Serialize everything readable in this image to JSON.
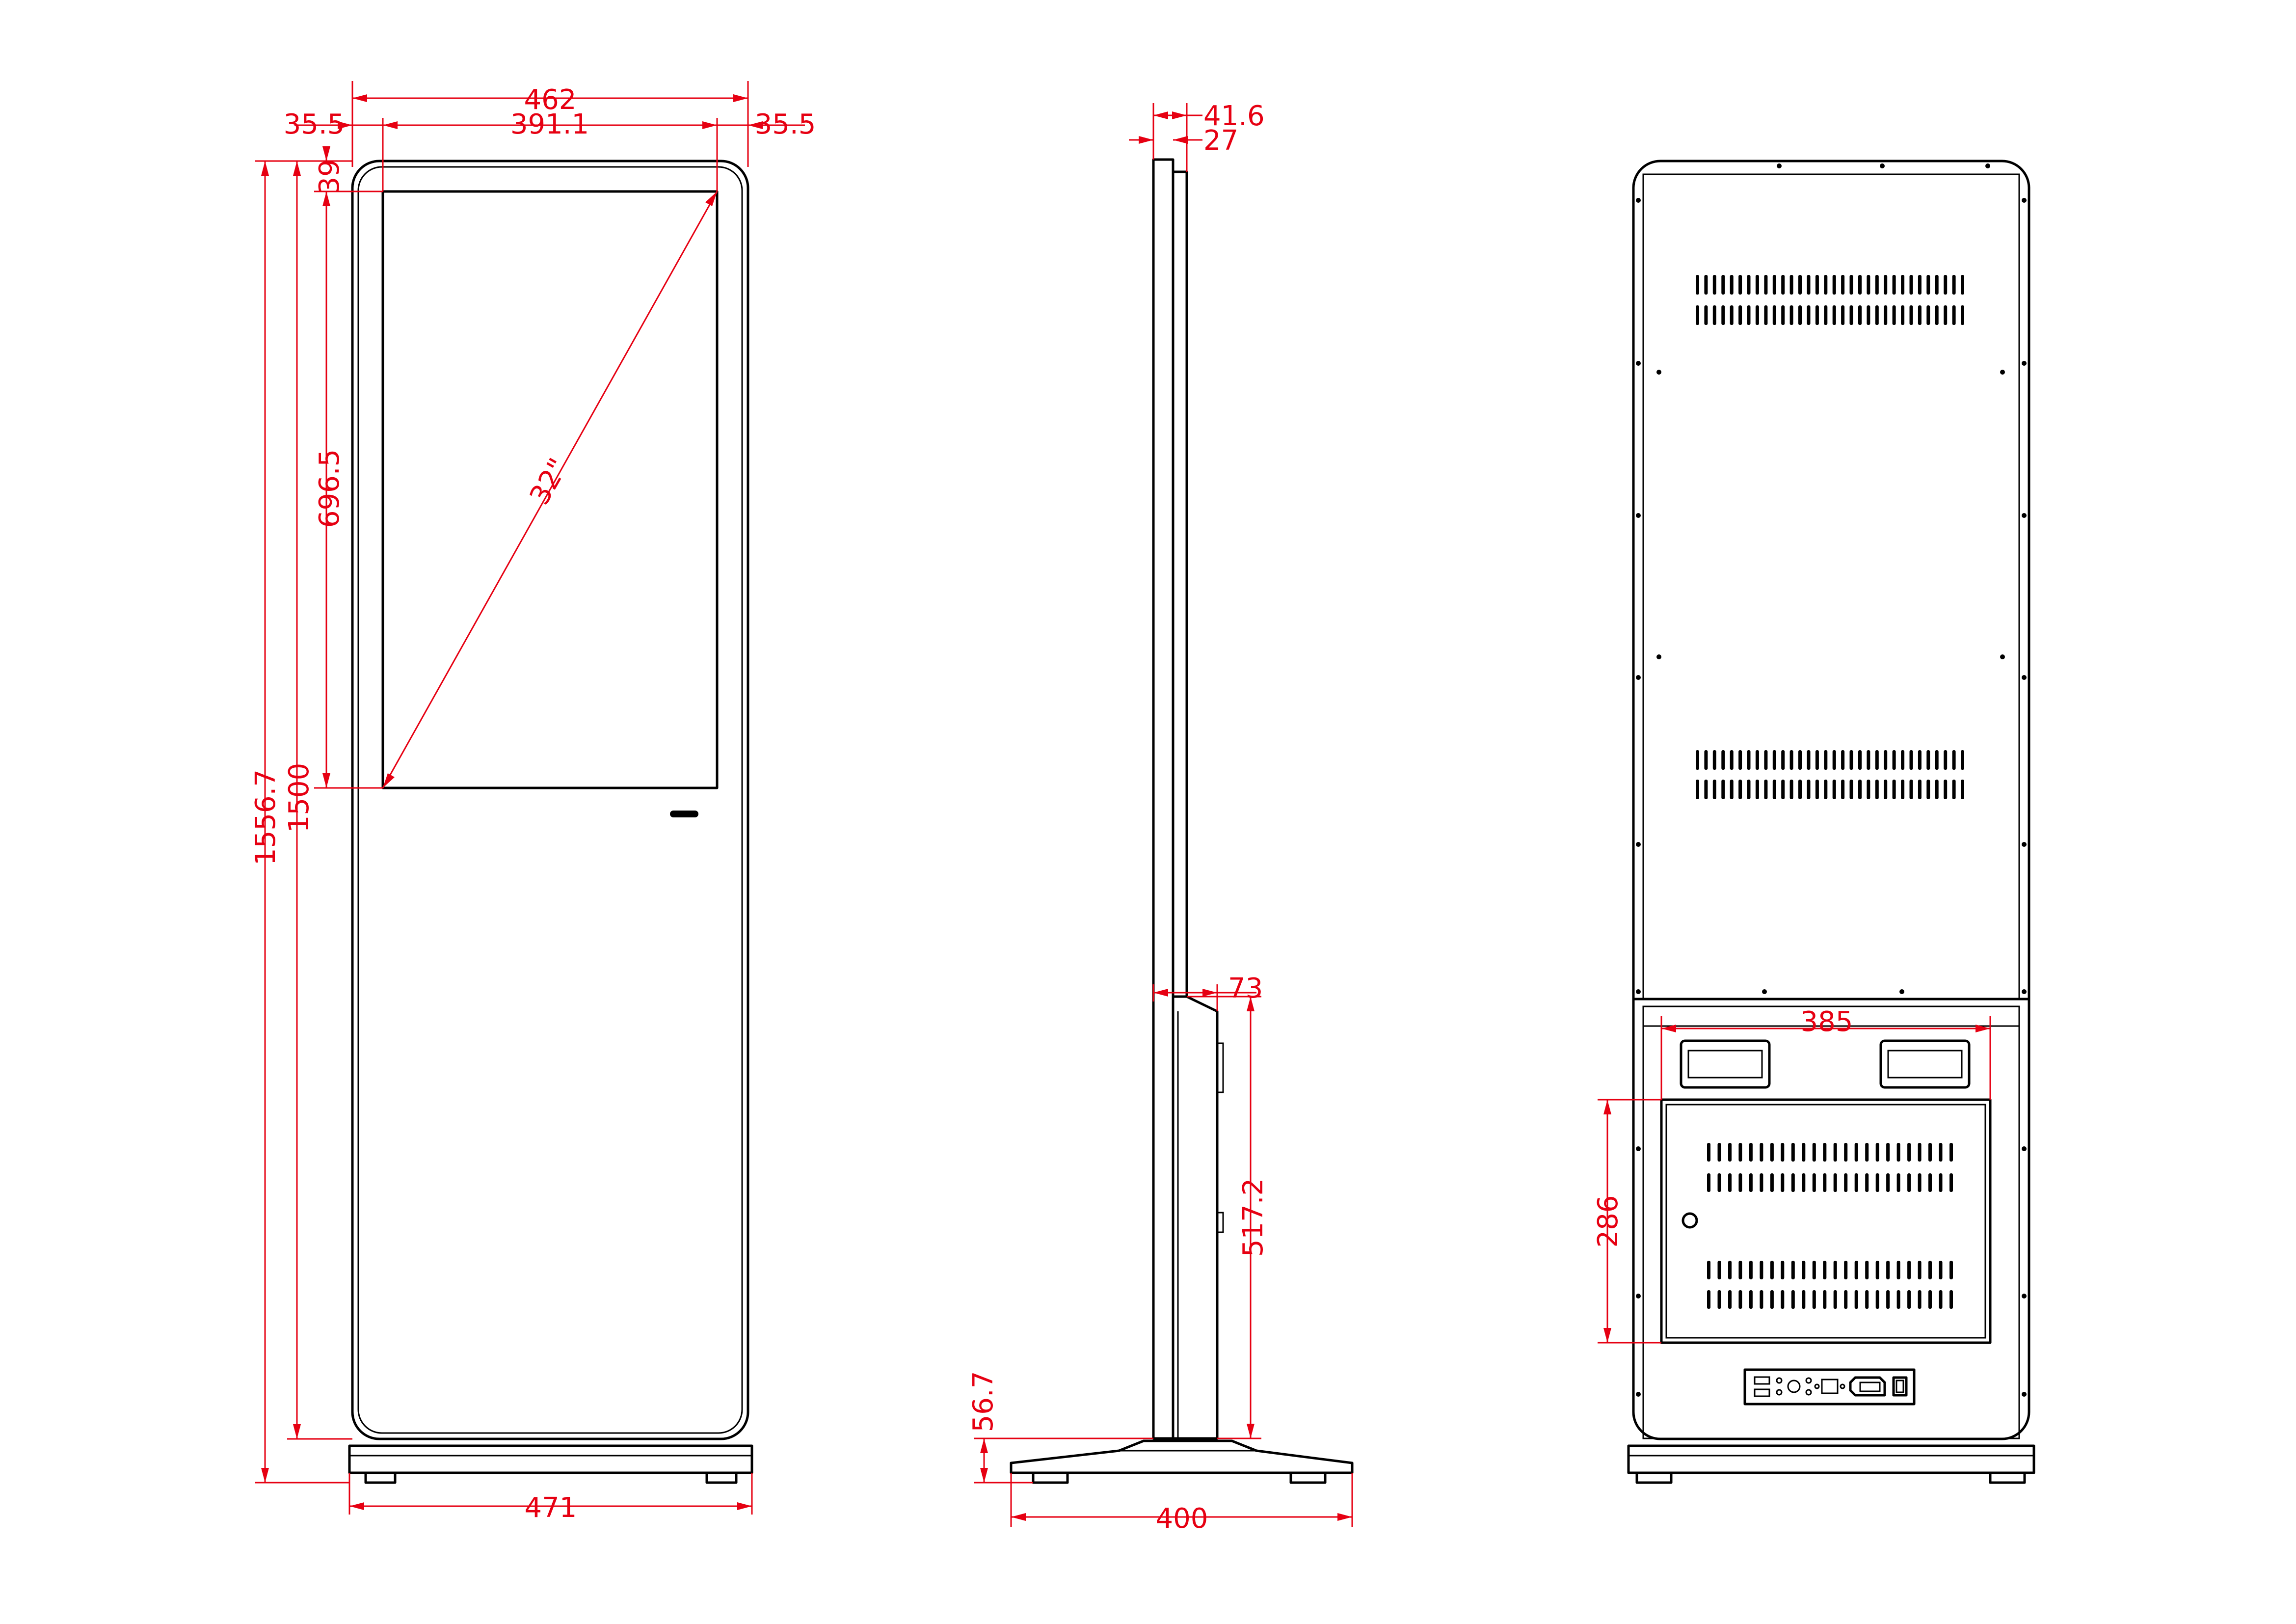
{
  "colors": {
    "outline": "#000000",
    "dimension": "#e60012",
    "background": "#ffffff"
  },
  "views": {
    "front": {
      "overall_width": "462",
      "bezel_left": "35.5",
      "screen_width": "391.1",
      "bezel_right": "35.5",
      "top_bezel": "39",
      "screen_height": "696.5",
      "screen_diagonal": "32\"",
      "body_height": "1500",
      "total_height": "1556.7",
      "base_width": "471"
    },
    "side": {
      "depth_top": "41.6",
      "screen_depth": "27",
      "lower_depth": "73",
      "lower_height": "517.2",
      "base_height": "56.7",
      "base_depth": "400"
    },
    "back": {
      "cabinet_width": "385",
      "door_height": "286"
    }
  }
}
